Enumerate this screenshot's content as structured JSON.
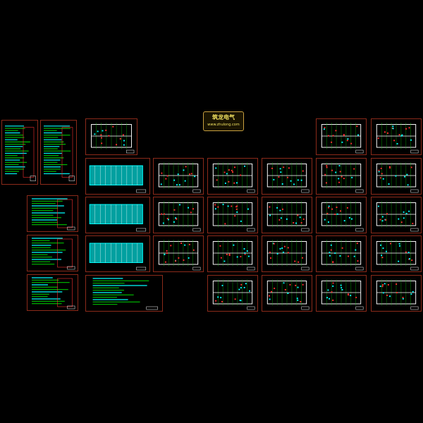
{
  "logo": {
    "title": "筑龙电气",
    "url": "www.zhulong.com"
  },
  "colors": {
    "frame": "#8b2a1a",
    "wall": "#ffffff",
    "grid": "#00c000",
    "accent": "#00ffff",
    "marks": "#ff3030"
  },
  "sheets": [
    {
      "kind": "table"
    },
    {
      "kind": "table"
    },
    {
      "kind": "plan"
    },
    {
      "kind": "plan"
    },
    {
      "kind": "plan"
    },
    {
      "kind": "elev"
    },
    {
      "kind": "plan"
    },
    {
      "kind": "plan"
    },
    {
      "kind": "plan"
    },
    {
      "kind": "plan"
    },
    {
      "kind": "plan"
    },
    {
      "kind": "schem"
    },
    {
      "kind": "elev"
    },
    {
      "kind": "plan"
    },
    {
      "kind": "plan"
    },
    {
      "kind": "plan"
    },
    {
      "kind": "plan"
    },
    {
      "kind": "plan"
    },
    {
      "kind": "schem"
    },
    {
      "kind": "elev"
    },
    {
      "kind": "plan"
    },
    {
      "kind": "plan"
    },
    {
      "kind": "plan"
    },
    {
      "kind": "plan"
    },
    {
      "kind": "plan"
    },
    {
      "kind": "schem"
    },
    {
      "kind": "text"
    },
    {
      "kind": "plan"
    },
    {
      "kind": "plan"
    },
    {
      "kind": "plan"
    },
    {
      "kind": "plan"
    }
  ]
}
